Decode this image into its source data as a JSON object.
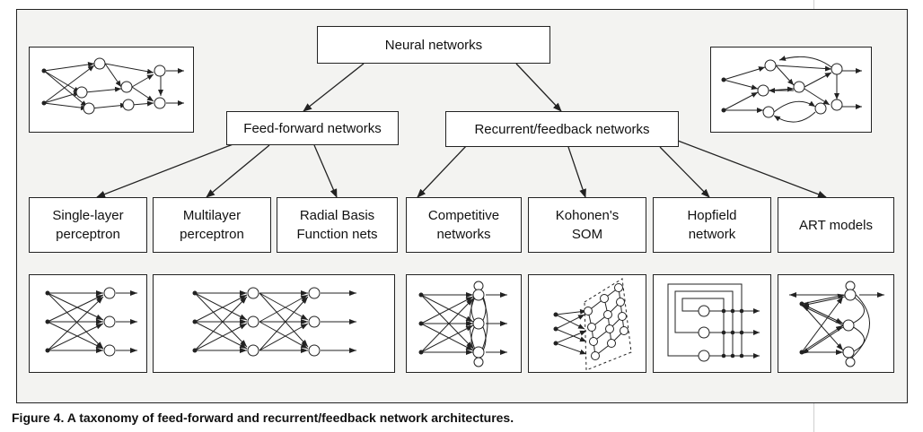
{
  "diagram": {
    "root": "Neural networks",
    "branches": [
      "Feed-forward networks",
      "Recurrent/feedback networks"
    ],
    "leaves": [
      "Single-layer\nperceptron",
      "Multilayer\nperceptron",
      "Radial Basis\nFunction nets",
      "Competitive\nnetworks",
      "Kohonen's\nSOM",
      "Hopfield\nnetwork",
      "ART models"
    ]
  },
  "caption": "Figure 4. A taxonomy of feed-forward and recurrent/feedback network architectures.",
  "colors": {
    "ink": "#222222",
    "frame_bg": "#f3f3f1",
    "box_bg": "#ffffff"
  }
}
